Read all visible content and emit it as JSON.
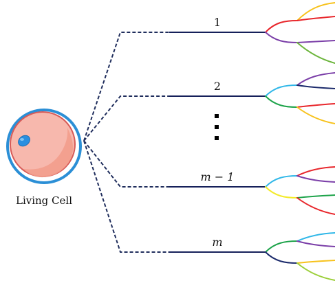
{
  "cell": {
    "label": "Living Cell"
  },
  "branches": [
    {
      "label": "1"
    },
    {
      "label": "2"
    },
    {
      "label": "m − 1"
    },
    {
      "label": "m"
    }
  ],
  "ellipsis": "⋮",
  "colors": {
    "dashed_line": "#1f2d5c",
    "trunk_line": "#15205a",
    "cell_membrane": "#2b8fd6",
    "cell_body": "#f7b8ad",
    "cell_inner": "#f29d8c",
    "cell_outline": "#d75a57",
    "nucleus": "#2a8fe0",
    "red": "#e8262b",
    "purple": "#7b3fa8",
    "green": "#6cb53c",
    "yellow": "#f7c21c",
    "light_blue": "#2fb7e8",
    "navy": "#1b2a6b",
    "bright_green": "#1da34a",
    "lemon": "#f3ea2a",
    "lime": "#9ccf3a"
  }
}
